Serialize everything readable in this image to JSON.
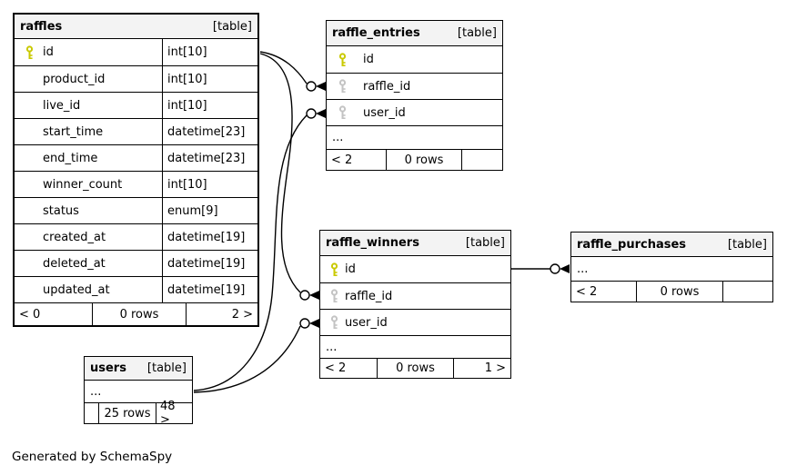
{
  "note": "Generated by SchemaSpy",
  "colors": {
    "pk_key": "#c9c900",
    "fk_key": "#c3c3c3",
    "header_bg": "#f3f3f3",
    "line": "#000000"
  },
  "tables": [
    {
      "id": "raffles",
      "title": "raffles",
      "badge": "[table]",
      "columns": [
        {
          "key": "pk",
          "name": "id",
          "type": "int[10]"
        },
        {
          "key": "",
          "name": "product_id",
          "type": "int[10]"
        },
        {
          "key": "",
          "name": "live_id",
          "type": "int[10]"
        },
        {
          "key": "",
          "name": "start_time",
          "type": "datetime[23]"
        },
        {
          "key": "",
          "name": "end_time",
          "type": "datetime[23]"
        },
        {
          "key": "",
          "name": "winner_count",
          "type": "int[10]"
        },
        {
          "key": "",
          "name": "status",
          "type": "enum[9]"
        },
        {
          "key": "",
          "name": "created_at",
          "type": "datetime[19]"
        },
        {
          "key": "",
          "name": "deleted_at",
          "type": "datetime[19]"
        },
        {
          "key": "",
          "name": "updated_at",
          "type": "datetime[19]"
        }
      ],
      "ellipsis": "",
      "footer": {
        "left": "< 0",
        "center": "0 rows",
        "right": "2 >"
      }
    },
    {
      "id": "raffle_entries",
      "title": "raffle_entries",
      "badge": "[table]",
      "columns": [
        {
          "key": "pk",
          "name": "id"
        },
        {
          "key": "fk",
          "name": "raffle_id"
        },
        {
          "key": "fk",
          "name": "user_id"
        }
      ],
      "ellipsis": "...",
      "footer": {
        "left": "< 2",
        "center": "0 rows",
        "right": ""
      }
    },
    {
      "id": "raffle_winners",
      "title": "raffle_winners",
      "badge": "[table]",
      "columns": [
        {
          "key": "pk",
          "name": "id"
        },
        {
          "key": "fk",
          "name": "raffle_id"
        },
        {
          "key": "fk",
          "name": "user_id"
        }
      ],
      "ellipsis": "...",
      "footer": {
        "left": "< 2",
        "center": "0 rows",
        "right": "1 >"
      }
    },
    {
      "id": "raffle_purchases",
      "title": "raffle_purchases",
      "badge": "[table]",
      "columns": [],
      "ellipsis": "...",
      "footer": {
        "left": "< 2",
        "center": "0 rows",
        "right": ""
      }
    },
    {
      "id": "users",
      "title": "users",
      "badge": "[table]",
      "columns": [],
      "ellipsis": "...",
      "footer": {
        "left": "",
        "center": "25 rows",
        "right": "48 >"
      }
    }
  ],
  "relationships": [
    {
      "from": "raffles.id",
      "to": "raffle_entries.raffle_id"
    },
    {
      "from": "raffles.id",
      "to": "raffle_winners.raffle_id"
    },
    {
      "from": "users",
      "to": "raffle_entries.user_id"
    },
    {
      "from": "users",
      "to": "raffle_winners.user_id"
    },
    {
      "from": "raffle_winners.id",
      "to": "raffle_purchases"
    }
  ]
}
